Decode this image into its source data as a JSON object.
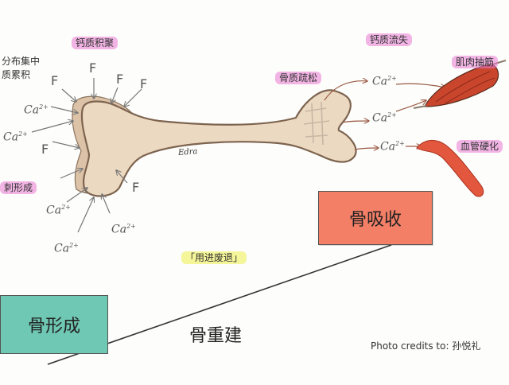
{
  "labels": {
    "calcium_deposit": "钙质积聚",
    "calcium_loss": "钙质流失",
    "osteoporosis": "骨质疏松",
    "muscle_cramp": "肌肉抽筋",
    "vascular_sclerosis": "血管硬化",
    "side_text_line1": "分布集中",
    "side_text_line2": "质累积",
    "spur_formation": "刺形成",
    "use_disuse": "「用进废退」"
  },
  "ions": {
    "fluoride": "F",
    "calcium": "Ca",
    "calcium_charge": "2+"
  },
  "boxes": {
    "bone_resorption": "骨吸收",
    "bone_formation": "骨形成"
  },
  "bone_remodeling": "骨重建",
  "signature": "Edra",
  "credits": "Photo credits to:  孙悦礼",
  "colors": {
    "bone_fill": "#ecd9c1",
    "bone_outline": "#7d6450",
    "deposit_fill": "#dcc3a8",
    "resorption_box": "#f37f67",
    "formation_box": "#6fc8b3",
    "muscle": "#c9452c",
    "vessel": "#e2573d",
    "highlight_pink": "#e978d2",
    "highlight_green": "#7eec78",
    "highlight_yellow": "#f0f05a",
    "arrow": "#9a5a45"
  }
}
